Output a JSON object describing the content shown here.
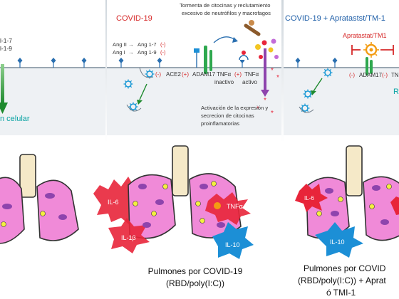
{
  "panels": {
    "left": {
      "ang17": "l-1-7",
      "ang19": "l-1-9",
      "caption": "n celular"
    },
    "middle": {
      "title": "COVID-19",
      "storm_line1": "Tormenta de citocinas y reclutamiento",
      "storm_line2": "excesivo de neutrófilos y macrofagos",
      "ang2": "Ang II",
      "ang1": "Ang I",
      "ang17": "Ang 1-7",
      "ang19": "Ang 1-9",
      "minus": "(-)",
      "plus": "(+)",
      "ace2": "ACE2",
      "adam17": "ADAM17",
      "tnfa": "TNFα",
      "inactivo": "inactivo",
      "tnfa_act": "TNFα",
      "activo": "activo",
      "act_line1": "Activación de la expresión y",
      "act_line2": "secrecion de citocinas",
      "act_line3": "proinflamatorias"
    },
    "right": {
      "title": "COVID-19 + Apratastst/TM-1",
      "inhibitor": "Apratastat/TM1",
      "minus": "(-)",
      "adam17": "ADAM17",
      "tnf_partial": "TNF",
      "r_partial": "R"
    }
  },
  "lungs": {
    "middle": {
      "il6": "IL-6",
      "tnfa": "TNFα",
      "il1b": "IL-1β",
      "il10": "IL-10",
      "caption_line1": "Pulmones por COVID-19",
      "caption_line2": "(RBD/poly(I:C))"
    },
    "right": {
      "il6": "IL-6",
      "il10": "IL-10",
      "caption_line1": "Pulmones por COVID",
      "caption_line2": "(RBD/poly(I:C)) + Aprat",
      "caption_line3": "ó TMI-1"
    }
  },
  "colors": {
    "red_text": "#d62828",
    "blue_text": "#1f5fa8",
    "teal_text": "#0aa3a3",
    "lung_pink": "#f08ad8",
    "cytokine_red": "#e8253a",
    "cytokine_blue": "#1c8fd6",
    "membrane": "#9aa7b2",
    "receptor_blue": "#2a6fb0"
  },
  "icons": [
    "virus-icon",
    "receptor-icon",
    "arrow-down-icon",
    "inhibitor-tm1-icon",
    "neutrophil-icon",
    "cytokine-burst-icon"
  ]
}
